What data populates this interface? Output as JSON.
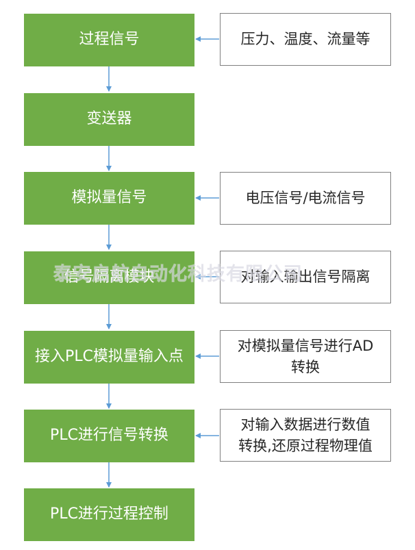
{
  "colors": {
    "green": "#70ad47",
    "arrow": "#5b9bd5",
    "border": "#7f7f7f"
  },
  "steps": [
    "过程信号",
    "变送器",
    "模拟量信号",
    "信号隔离模块",
    "接入PLC模拟量输入点",
    "PLC进行信号转换",
    "PLC进行过程控制"
  ],
  "notes": {
    "process_signal": "压力、温度、流量等",
    "analog_signal": "电压信号/电流信号",
    "isolation": "对输入输出信号隔离",
    "plc_input": "对模拟量信号进行AD\n转换",
    "plc_convert": "对输入数据进行数值\n转换,还原过程物理值"
  },
  "watermark": "泰安启航自动化科技有限公司"
}
